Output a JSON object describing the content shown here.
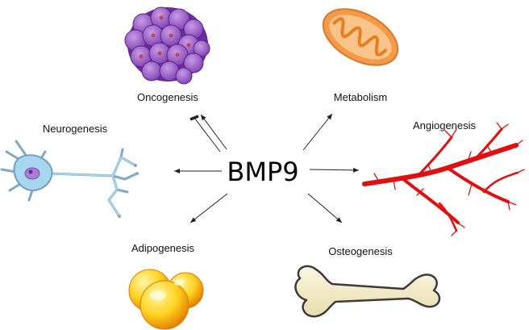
{
  "center": {
    "label": "BMP9"
  },
  "nodes": {
    "oncogenesis": {
      "label": "Oncogenesis",
      "icon": "tumor-cell-cluster-icon",
      "relation": "bidirectional-promote-and-inhibit"
    },
    "metabolism": {
      "label": "Metabolism",
      "icon": "mitochondrion-icon",
      "relation": "promotes"
    },
    "neurogenesis": {
      "label": "Neurogenesis",
      "icon": "neuron-icon",
      "relation": "promotes"
    },
    "angiogenesis": {
      "label": "Angiogenesis",
      "icon": "blood-vessel-icon",
      "relation": "promotes"
    },
    "adipogenesis": {
      "label": "Adipogenesis",
      "icon": "fat-cells-icon",
      "relation": "promotes"
    },
    "osteogenesis": {
      "label": "Osteogenesis",
      "icon": "bone-icon",
      "relation": "promotes"
    }
  },
  "colors": {
    "tumor": "#9b59c9",
    "mitochondrion": "#f39a4a",
    "neuron": "#a9d6ef",
    "vessel": "#e01010",
    "fat": "#f5b800",
    "bone": "#f3ecc2",
    "arrow": "#222222"
  }
}
